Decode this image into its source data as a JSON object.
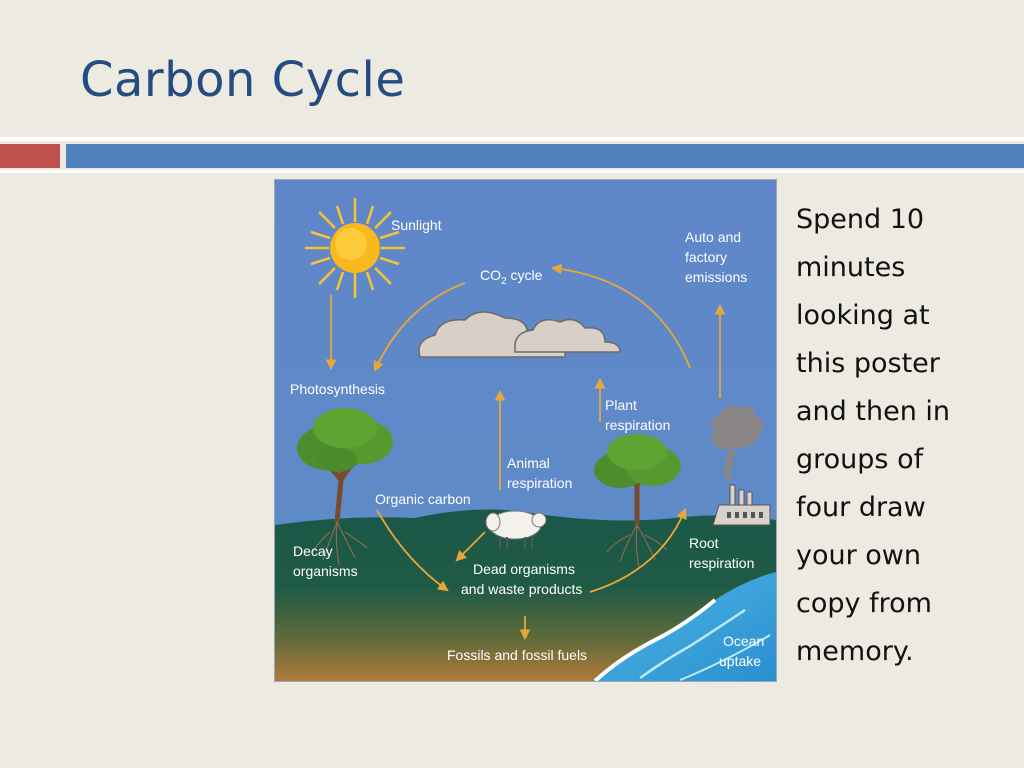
{
  "slide": {
    "title": "Carbon Cycle",
    "body_text": "Spend 10\nminutes\nlooking at\nthis poster\nand then in\ngroups of\nfour draw\nyour own\ncopy from\nmemory."
  },
  "diagram": {
    "labels": {
      "sunlight": "Sunlight",
      "co2_cycle_prefix": "CO",
      "co2_cycle_sub": "2",
      "co2_cycle_suffix": " cycle",
      "auto_line1": "Auto  and",
      "auto_line2": "factory",
      "auto_line3": "emissions",
      "photosynthesis": "Photosynthesis",
      "plant_resp_line1": "Plant",
      "plant_resp_line2": "respiration",
      "animal_resp_line1": "Animal",
      "animal_resp_line2": "respiration",
      "organic_carbon": "Organic  carbon",
      "decay_line1": "Decay",
      "decay_line2": "organisms",
      "dead_line1": "Dead  organisms",
      "dead_line2": "and  waste  products",
      "root_line1": "Root",
      "root_line2": "respiration",
      "fossils": "Fossils  and  fossil  fuels",
      "ocean_line1": "Ocean",
      "ocean_line2": "uptake"
    }
  },
  "colors": {
    "title": "#254C80",
    "accent_red": "#C0504D",
    "accent_blue": "#4F81BD",
    "background": "#ECEAE1",
    "sky": "#5B84C6",
    "ground": "#1E5A48",
    "arrow": "#E8A73A"
  }
}
